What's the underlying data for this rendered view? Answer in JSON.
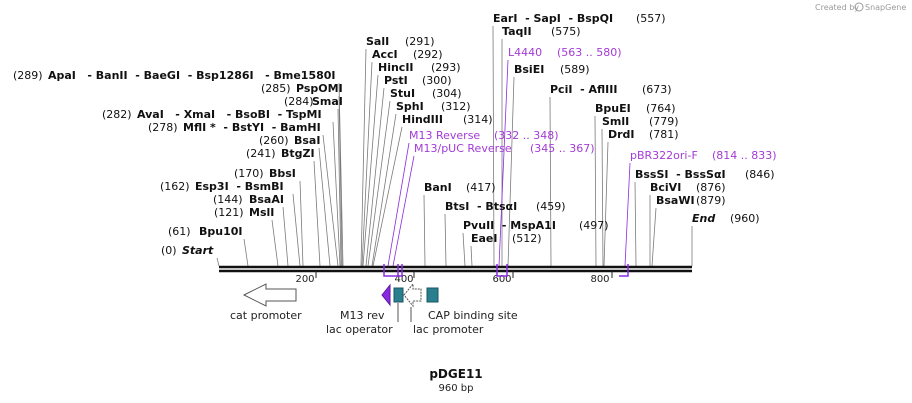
{
  "branding": {
    "created_by": "Created by",
    "product": "SnapGene"
  },
  "sequence": {
    "name": "pDGE11",
    "length_label": "960 bp"
  },
  "ruler": {
    "ticks": [
      "200",
      "400",
      "600",
      "800"
    ]
  },
  "sites": [
    {
      "pre": "(289)",
      "text": "ApaI   - BanII  - BaeGI  - Bsp1286I   - Bme1580I",
      "bold": true
    },
    {
      "pre": "(285)",
      "text": "PspOMI",
      "bold": true
    },
    {
      "pre": "(284)",
      "text": "SmaI",
      "bold": true
    },
    {
      "pre": "(282)",
      "text": "AvaI   - XmaI   - BsoBI  - TspMI",
      "bold": true
    },
    {
      "pre": "(278)",
      "text": "MflI *  - BstYI  - BamHI",
      "bold": true
    },
    {
      "pre": "(260)",
      "text": "BsaI",
      "bold": true
    },
    {
      "pre": "(241)",
      "text": "BtgZI",
      "bold": true
    },
    {
      "pre": "(170)",
      "text": "BbsI",
      "bold": true
    },
    {
      "pre": "(162)",
      "text": "Esp3I  - BsmBI",
      "bold": true
    },
    {
      "pre": "(144)",
      "text": "BsaAI",
      "bold": true
    },
    {
      "pre": "(121)",
      "text": "MslI",
      "bold": true
    },
    {
      "pre": "(61)",
      "text": "Bpu10I",
      "bold": true
    },
    {
      "pre": "(0)",
      "text": "Start",
      "bold": true,
      "italic": true
    },
    {
      "text": "SalI",
      "post": "(291)",
      "bold": true
    },
    {
      "text": "AccI",
      "post": "(292)",
      "bold": true
    },
    {
      "text": "HincII",
      "post": "(293)",
      "bold": true
    },
    {
      "text": "PstI",
      "post": "(300)",
      "bold": true
    },
    {
      "text": "StuI",
      "post": "(304)",
      "bold": true
    },
    {
      "text": "SphI",
      "post": "(312)",
      "bold": true
    },
    {
      "text": "HindIII",
      "post": "(314)",
      "bold": true
    },
    {
      "text": "M13 Reverse",
      "post": "(332 .. 348)",
      "primer": true
    },
    {
      "text": "M13/pUC Reverse",
      "post": "(345 .. 367)",
      "primer": true
    },
    {
      "text": "BanI",
      "post": "(417)",
      "bold": true
    },
    {
      "text": "BtsI  - BtsαI",
      "post": "(459)",
      "bold": true
    },
    {
      "text": "PvuII  - MspA1I",
      "post": "(497)",
      "bold": true
    },
    {
      "text": "EaeI",
      "post": "(512)",
      "bold": true
    },
    {
      "text": "EarI  - SapI  - BspQI",
      "post": "(557)",
      "bold": true
    },
    {
      "text": "TaqII",
      "post": "(575)",
      "bold": true
    },
    {
      "text": "L4440",
      "post": "(563 .. 580)",
      "primer": true
    },
    {
      "text": "BsiEI",
      "post": "(589)",
      "bold": true
    },
    {
      "text": "PciI  - AflIII",
      "post": "(673)",
      "bold": true
    },
    {
      "text": "BpuEI",
      "post": "(764)",
      "bold": true
    },
    {
      "text": "SmlI",
      "post": "(779)",
      "bold": true
    },
    {
      "text": "DrdI",
      "post": "(781)",
      "bold": true
    },
    {
      "text": "pBR322ori-F",
      "post": "(814 .. 833)",
      "primer": true
    },
    {
      "text": "BssSI  - BssSαI",
      "post": "(846)",
      "bold": true
    },
    {
      "text": "BciVI",
      "post": "(876)",
      "bold": true
    },
    {
      "text": "BsaWI",
      "post": "(879)",
      "bold": true
    },
    {
      "text": "End",
      "post": "(960)",
      "bold": true,
      "italic": true
    }
  ],
  "features": [
    {
      "label": "cat promoter",
      "kind": "promoter",
      "direction": "reverse"
    },
    {
      "label": "M13 rev",
      "kind": "primer_bind",
      "direction": "reverse"
    },
    {
      "label": "lac operator",
      "kind": "protein_bind"
    },
    {
      "label": "lac promoter",
      "kind": "promoter",
      "direction": "reverse"
    },
    {
      "label": "CAP binding site",
      "kind": "protein_bind"
    }
  ],
  "colors": {
    "enzyme": "#111111",
    "primer": "#a33bd6",
    "primer_bind": "#8a2be2",
    "protein_bind": "#2a7f8f",
    "backbone": "#111111",
    "leader": "#7a7a7a"
  }
}
